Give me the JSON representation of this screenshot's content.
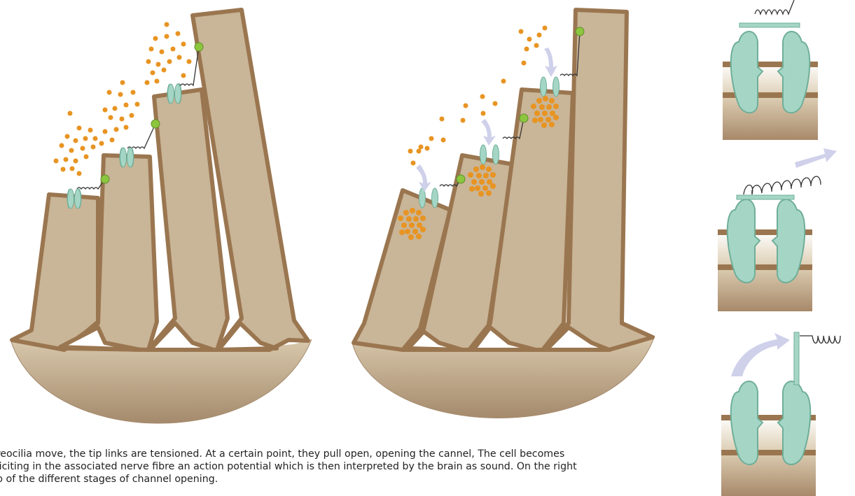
{
  "caption": {
    "line1": "ereocilia move, the tip links are tensioned. At a certain point, they pull open, opening the cannel, The cell becomes",
    "line2": "eliciting in the associated nerve fibre an action potential which is then interpreted by the brain as sound. On the right",
    "line3": "up of the different stages of channel opening."
  },
  "colors": {
    "cilia_fill": "#c9b597",
    "cilia_stroke": "#9a7650",
    "channel": "#a5d6c5",
    "channel_stroke": "#6fae99",
    "ion": "#e89422",
    "junction": "#8cc63f",
    "arrow": "#cfd0ea",
    "spring": "#333333"
  },
  "panels": {
    "left_bundle": "closed-channels-with-ions-outside",
    "middle_bundle": "open-channels-with-ions-inside",
    "right_insets": [
      "channel-closed",
      "channel-tensioned",
      "channel-open"
    ]
  }
}
